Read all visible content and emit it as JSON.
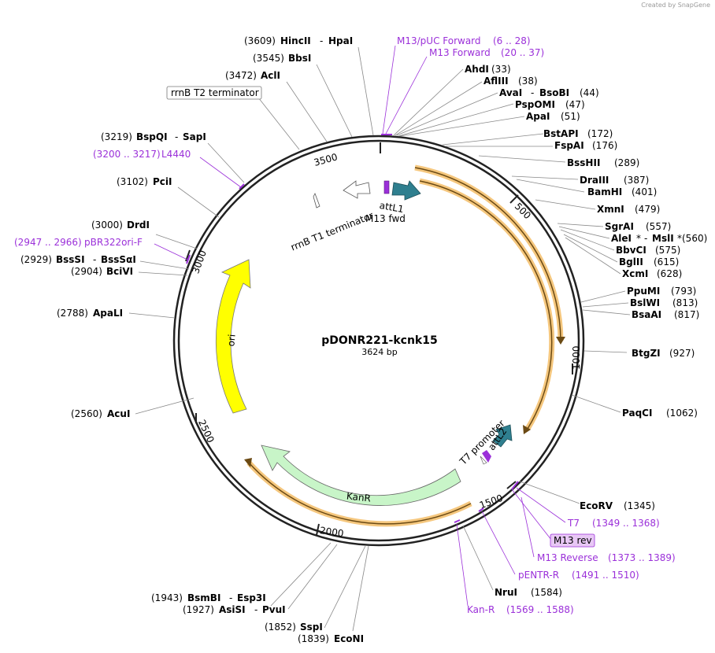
{
  "credit": "Created by SnapGene",
  "plasmid": {
    "name": "pDONR221-kcnk15",
    "size": "3624 bp"
  },
  "ticks": [
    "500",
    "1000",
    "1500",
    "2000",
    "2500",
    "3000",
    "3500"
  ],
  "features": {
    "rrnb_t2": "rrnB T2 terminator",
    "rrnb_t1": "rrnB T1 terminator",
    "m13fwd": "M13 fwd",
    "attl1": "attL1",
    "ori": "ori",
    "kanr": "KanR",
    "t7promoter": "T7 promoter",
    "attl2": "attL2"
  },
  "left_sites": [
    {
      "pos": "(3609)",
      "name": "HincII",
      "name2": "HpaI"
    },
    {
      "pos": "(3545)",
      "name": "BbsI"
    },
    {
      "pos": "(3472)",
      "name": "AclI"
    },
    {
      "pos": "(3219)",
      "name": "BspQI",
      "name2": "SapI"
    },
    {
      "pos": "(3102)",
      "name": "PciI"
    },
    {
      "pos": "(3000)",
      "name": "DrdI"
    },
    {
      "pos": "(2929)",
      "name": "BssSI",
      "name2": "BssSαI"
    },
    {
      "pos": "(2904)",
      "name": "BciVI"
    },
    {
      "pos": "(2788)",
      "name": "ApaLI"
    },
    {
      "pos": "(2560)",
      "name": "AcuI"
    },
    {
      "pos": "(1943)",
      "name": "BsmBI",
      "name2": "Esp3I"
    },
    {
      "pos": "(1927)",
      "name": "AsiSI",
      "name2": "PvuI"
    },
    {
      "pos": "(1852)",
      "name": "SspI"
    },
    {
      "pos": "(1839)",
      "name": "EcoNI"
    }
  ],
  "right_sites": [
    {
      "name": "AhdI",
      "pos": "(33)"
    },
    {
      "name": "AflIII",
      "pos": "(38)"
    },
    {
      "name": "AvaI",
      "name2": "BsoBI",
      "pos": "(44)"
    },
    {
      "name": "PspOMI",
      "pos": "(47)"
    },
    {
      "name": "ApaI",
      "pos": "(51)"
    },
    {
      "name": "BstAPI",
      "pos": "(172)"
    },
    {
      "name": "FspAI",
      "pos": "(176)"
    },
    {
      "name": "BssHII",
      "pos": "(289)"
    },
    {
      "name": "DraIII",
      "pos": "(387)"
    },
    {
      "name": "BamHI",
      "pos": "(401)"
    },
    {
      "name": "XmnI",
      "pos": "(479)"
    },
    {
      "name": "SgrAI",
      "pos": "(557)"
    },
    {
      "name": "AleI",
      "name2": "MslI",
      "pos": "(560)"
    },
    {
      "name": "BbvCI",
      "pos": "(575)"
    },
    {
      "name": "BglII",
      "pos": "(615)"
    },
    {
      "name": "XcmI",
      "pos": "(628)"
    },
    {
      "name": "PpuMI",
      "pos": "(793)"
    },
    {
      "name": "BslWI",
      "pos": "(813)"
    },
    {
      "name": "BsaAI",
      "pos": "(817)"
    },
    {
      "name": "BtgZI",
      "pos": "(927)"
    },
    {
      "name": "PaqCI",
      "pos": "(1062)"
    },
    {
      "name": "EcoRV",
      "pos": "(1345)"
    },
    {
      "name": "NruI",
      "pos": "(1584)"
    }
  ],
  "primers": {
    "m13puc": {
      "name": "M13/pUC Forward",
      "range": "(6 .. 28)"
    },
    "m13fwd": {
      "name": "M13 Forward",
      "range": "(20 .. 37)"
    },
    "l4440": {
      "name": "L4440",
      "range": "(3200 .. 3217)"
    },
    "pbr322": {
      "name": "pBR322ori-F",
      "range": "(2947 .. 2966)"
    },
    "t7": {
      "name": "T7",
      "range": "(1349 .. 1368)"
    },
    "m13rev": {
      "name": "M13 rev"
    },
    "m13reverse": {
      "name": "M13 Reverse",
      "range": "(1373 .. 1389)"
    },
    "pentr": {
      "name": "pENTR-R",
      "range": "(1491 .. 1510)"
    },
    "kan": {
      "name": "Kan-R",
      "range": "(1569 .. 1588)"
    }
  },
  "colors": {
    "primer": "#9b30d9",
    "att": "#2f7f8f",
    "ori": "#ffff00",
    "kanr": "#c8f5c8",
    "orf": "#f2c27a",
    "backbone": "#222222"
  }
}
